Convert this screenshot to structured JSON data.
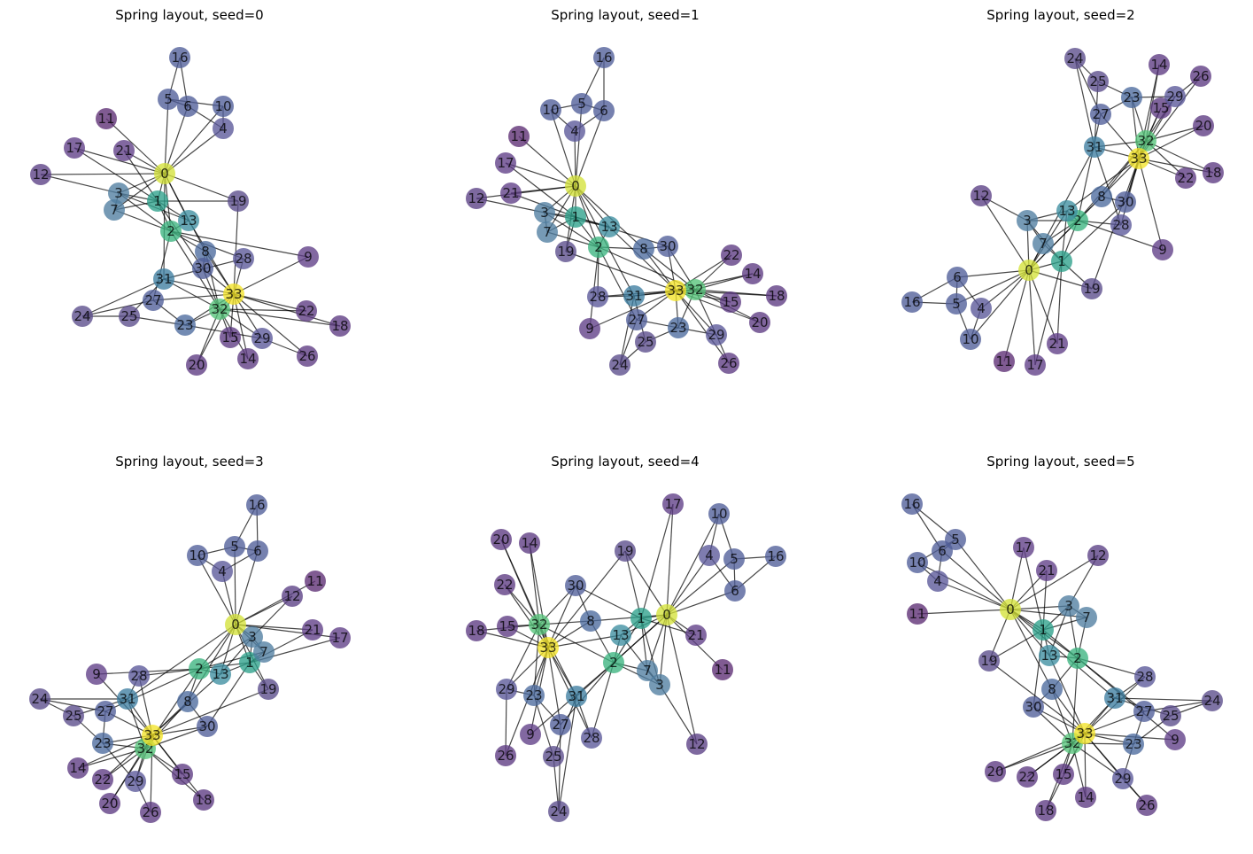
{
  "figure": {
    "panels": [
      {
        "id": "seed0",
        "title": "Spring layout, seed=0"
      },
      {
        "id": "seed1",
        "title": "Spring layout, seed=1"
      },
      {
        "id": "seed2",
        "title": "Spring layout, seed=2"
      },
      {
        "id": "seed3",
        "title": "Spring layout, seed=3"
      },
      {
        "id": "seed4",
        "title": "Spring layout, seed=4"
      },
      {
        "id": "seed5",
        "title": "Spring layout, seed=5"
      }
    ]
  },
  "graph": {
    "nodes": [
      "0",
      "1",
      "2",
      "3",
      "4",
      "5",
      "6",
      "7",
      "8",
      "9",
      "10",
      "11",
      "12",
      "13",
      "14",
      "15",
      "16",
      "17",
      "18",
      "19",
      "20",
      "21",
      "22",
      "23",
      "24",
      "25",
      "26",
      "27",
      "28",
      "29",
      "30",
      "31",
      "32",
      "33"
    ],
    "node_colors": [
      "#d4e13a",
      "#2da08a",
      "#3bb47f",
      "#4f7ea0",
      "#5a5798",
      "#4f5d98",
      "#4f5d98",
      "#4f7ea0",
      "#4b6a9e",
      "#5f3d86",
      "#4f5d98",
      "#5c2d73",
      "#5a3f84",
      "#3d8ea0",
      "#5c3a82",
      "#5c3a82",
      "#4f5d98",
      "#5f3d86",
      "#5c3a82",
      "#5a4c8a",
      "#5c3a82",
      "#5f3d86",
      "#5c3a82",
      "#4b6a9e",
      "#5a4c8a",
      "#5a4c8a",
      "#5c3a82",
      "#4f5d98",
      "#5a5798",
      "#5a5798",
      "#4f5d98",
      "#3d7ea0",
      "#56c37a",
      "#f2e329"
    ],
    "edges": [
      [
        0,
        1
      ],
      [
        0,
        2
      ],
      [
        0,
        3
      ],
      [
        0,
        4
      ],
      [
        0,
        5
      ],
      [
        0,
        6
      ],
      [
        0,
        7
      ],
      [
        0,
        8
      ],
      [
        0,
        10
      ],
      [
        0,
        11
      ],
      [
        0,
        12
      ],
      [
        0,
        13
      ],
      [
        0,
        17
      ],
      [
        0,
        19
      ],
      [
        0,
        21
      ],
      [
        0,
        31
      ],
      [
        1,
        2
      ],
      [
        1,
        3
      ],
      [
        1,
        7
      ],
      [
        1,
        13
      ],
      [
        1,
        17
      ],
      [
        1,
        19
      ],
      [
        1,
        21
      ],
      [
        1,
        30
      ],
      [
        2,
        3
      ],
      [
        2,
        7
      ],
      [
        2,
        8
      ],
      [
        2,
        9
      ],
      [
        2,
        13
      ],
      [
        2,
        27
      ],
      [
        2,
        28
      ],
      [
        2,
        32
      ],
      [
        3,
        7
      ],
      [
        3,
        12
      ],
      [
        3,
        13
      ],
      [
        4,
        6
      ],
      [
        4,
        10
      ],
      [
        5,
        6
      ],
      [
        5,
        10
      ],
      [
        5,
        16
      ],
      [
        6,
        16
      ],
      [
        8,
        30
      ],
      [
        8,
        32
      ],
      [
        8,
        33
      ],
      [
        9,
        33
      ],
      [
        13,
        33
      ],
      [
        14,
        32
      ],
      [
        14,
        33
      ],
      [
        15,
        32
      ],
      [
        15,
        33
      ],
      [
        18,
        32
      ],
      [
        18,
        33
      ],
      [
        19,
        33
      ],
      [
        20,
        32
      ],
      [
        20,
        33
      ],
      [
        22,
        32
      ],
      [
        22,
        33
      ],
      [
        23,
        25
      ],
      [
        23,
        27
      ],
      [
        23,
        29
      ],
      [
        23,
        32
      ],
      [
        23,
        33
      ],
      [
        24,
        25
      ],
      [
        24,
        27
      ],
      [
        24,
        31
      ],
      [
        25,
        31
      ],
      [
        26,
        29
      ],
      [
        26,
        33
      ],
      [
        27,
        33
      ],
      [
        28,
        31
      ],
      [
        28,
        33
      ],
      [
        29,
        32
      ],
      [
        29,
        33
      ],
      [
        30,
        32
      ],
      [
        30,
        33
      ],
      [
        31,
        32
      ],
      [
        31,
        33
      ],
      [
        32,
        33
      ]
    ]
  }
}
